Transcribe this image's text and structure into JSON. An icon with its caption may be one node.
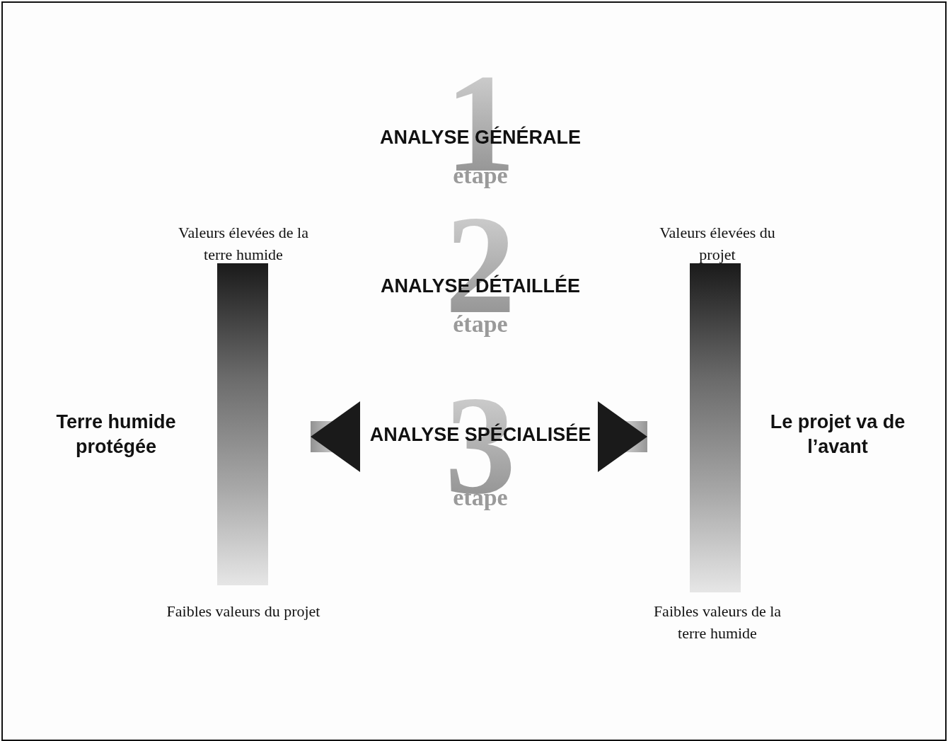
{
  "diagram": {
    "nodes": [
      {
        "text": [
          "ANALYSE GÉNÉRALE",
          "1",
          "étape"
        ]
      },
      {
        "text": [
          "ANALYSE DÉTAILLÉE",
          "2",
          "étape"
        ]
      },
      {
        "text": [
          "ANALYSE SPÉCIALISÉE",
          "3",
          "étape"
        ]
      },
      {
        "text": [],
        "shape": "bar",
        "beside": [
          "Valeurs élevées de la terre humide",
          "Faibles valeurs du projet"
        ]
      },
      {
        "text": [],
        "shape": "bar",
        "beside": [
          "Valeurs élevées du projet",
          "Faibles valeurs de la terre humide"
        ]
      }
    ],
    "edges": [
      {
        "from": 2,
        "to": 3,
        "arrow": "to",
        "style": "thick"
      },
      {
        "from": 2,
        "to": 4,
        "arrow": "to",
        "style": "thick"
      }
    ],
    "labels": [
      "Terre humide protégée",
      "Le projet va de l’avant"
    ]
  }
}
